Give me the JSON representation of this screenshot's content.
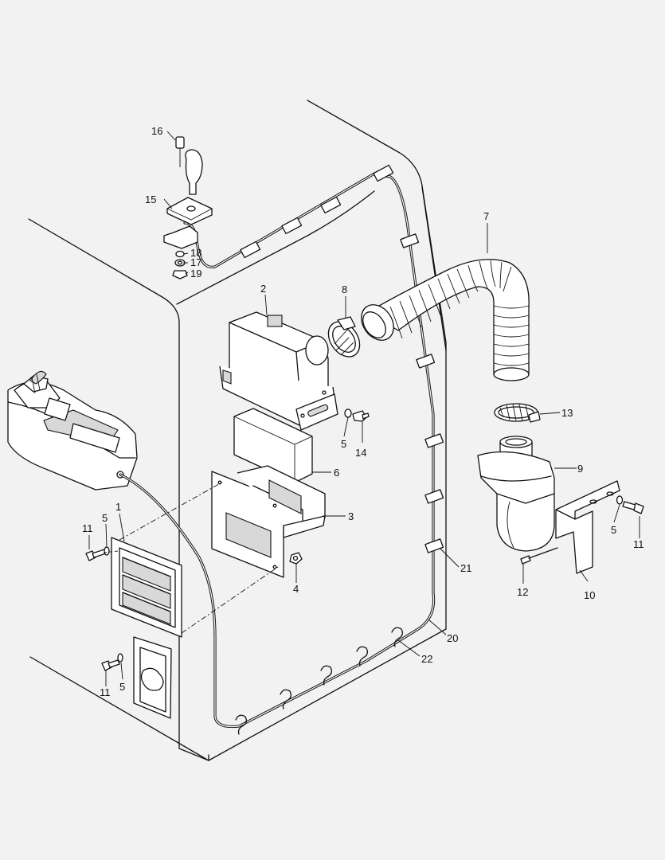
{
  "callouts": {
    "c1": "1",
    "c2": "2",
    "c3": "3",
    "c4": "4",
    "c5a": "5",
    "c5b": "5",
    "c5c": "5",
    "c5d": "5",
    "c6": "6",
    "c7": "7",
    "c8": "8",
    "c9": "9",
    "c10": "10",
    "c11a": "11",
    "c11b": "11",
    "c11c": "11",
    "c12": "12",
    "c13": "13",
    "c14": "14",
    "c15": "15",
    "c16": "16",
    "c17": "17",
    "c18": "18",
    "c19": "19",
    "c20": "20",
    "c21": "21",
    "c22": "22"
  },
  "colors": {
    "background": "#f2f2f2",
    "line": "#111111",
    "fill": "#ffffff",
    "shade": "#d8d8d8"
  }
}
